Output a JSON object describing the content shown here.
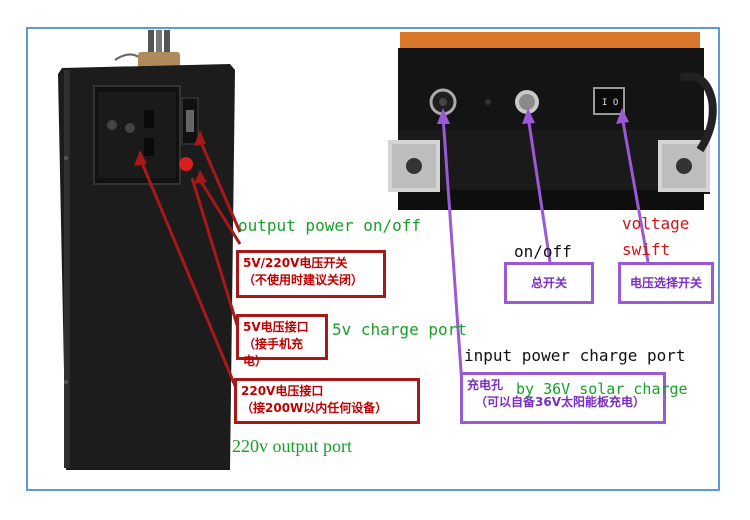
{
  "colors": {
    "frame": "#5b9bd5",
    "red_callout": "#a81818",
    "purple_callout": "#9b59d6",
    "green_text": "#18a02a",
    "red_text": "#d01414"
  },
  "left_callouts": {
    "switch_cn": [
      "5V/220V电压开关",
      "（不使用时建议关闭）"
    ],
    "usb_cn": [
      "5V电压接口",
      "（接手机充电）"
    ],
    "ac_cn": [
      "220V电压接口",
      "（接200W以内任何设备）"
    ]
  },
  "left_labels": {
    "output_power": "output power on/off",
    "charge_port_5v": "5v charge port",
    "output_port_220v": "220v output port"
  },
  "right_callouts": {
    "on_off_cn": "总开关",
    "voltage_cn": "电压选择开关",
    "charge_hole_cn": "充电孔",
    "charge_hole_sub_cn": "（可以自备36V太阳能板充电）"
  },
  "right_labels": {
    "on_off": "on/off",
    "voltage_line1": "voltage",
    "voltage_line2": "swift",
    "input_port": "input power charge port",
    "solar": "by 36V solar charge"
  }
}
